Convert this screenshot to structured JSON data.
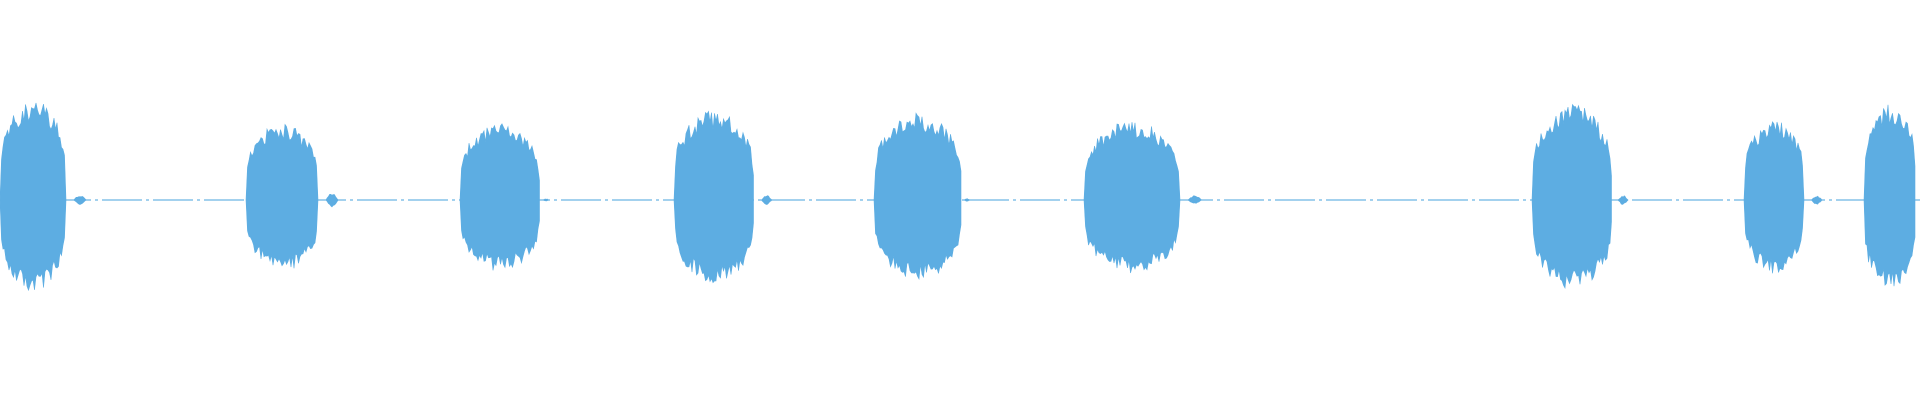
{
  "waveform": {
    "color": "#5dade2",
    "background": "#ffffff",
    "duration_s": 96,
    "amplitude_range": [
      -1,
      1
    ],
    "bursts": [
      {
        "start": 0.0,
        "end": 3.3,
        "peak": 0.78,
        "tail": [
          0.3,
          0.92,
          0.98
        ]
      },
      {
        "start": 12.3,
        "end": 15.9,
        "peak": 0.6,
        "tail": [
          0.5,
          0.95,
          0.97
        ]
      },
      {
        "start": 23.0,
        "end": 27.0,
        "peak": 0.6,
        "tail": [
          0.1,
          0.35,
          0.35
        ]
      },
      {
        "start": 33.7,
        "end": 37.7,
        "peak": 0.7,
        "tail": [
          0.3,
          0.85,
          0.85
        ]
      },
      {
        "start": 43.7,
        "end": 48.1,
        "peak": 0.68,
        "tail": [
          0.1,
          0.25,
          0.25
        ]
      },
      {
        "start": 54.2,
        "end": 59.0,
        "peak": 0.62,
        "tail": [
          0.3,
          0.95,
          1.05
        ]
      },
      {
        "start": 76.6,
        "end": 80.6,
        "peak": 0.75,
        "tail": [
          0.3,
          0.7,
          0.75
        ]
      },
      {
        "start": 87.2,
        "end": 90.2,
        "peak": 0.62,
        "tail": [
          0.3,
          0.9,
          0.85
        ]
      },
      {
        "start": 93.2,
        "end": 95.8,
        "peak": 0.75,
        "tail": [
          0.0,
          0.2,
          0.2
        ]
      }
    ]
  }
}
